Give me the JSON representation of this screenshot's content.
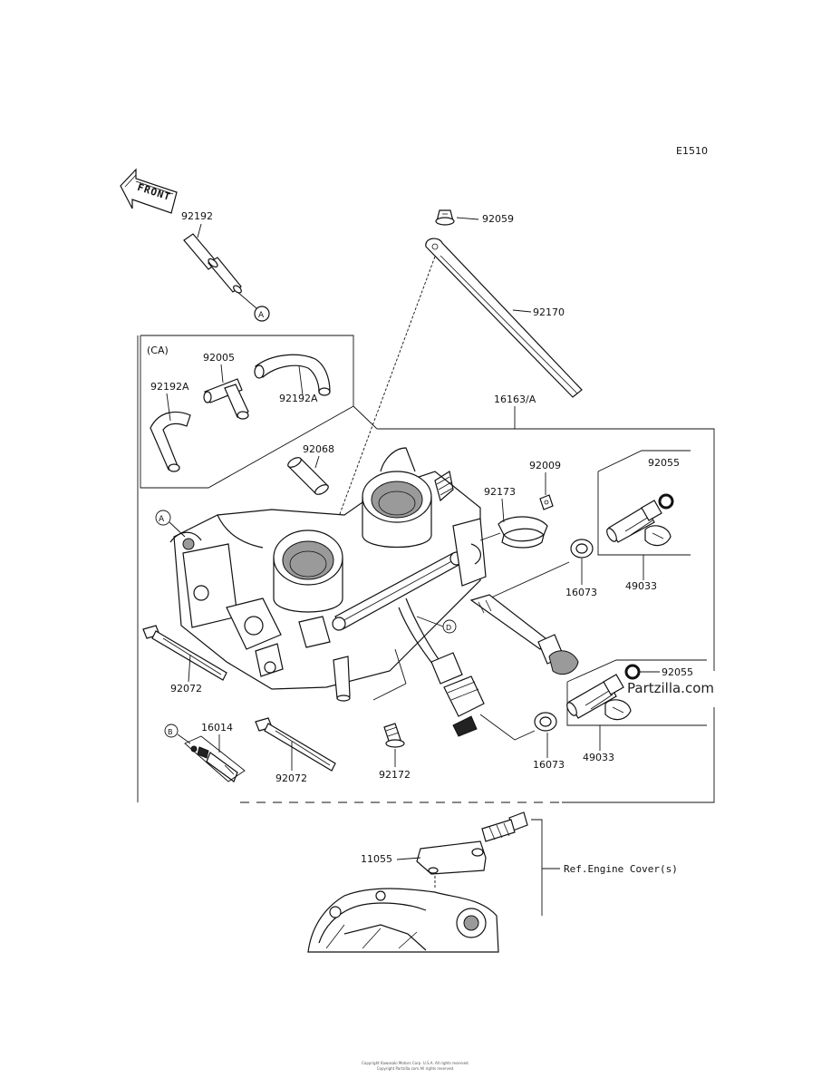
{
  "diagram": {
    "code": "E1510",
    "front_arrow": "FRONT",
    "ca_label": "(CA)",
    "parts": {
      "p92192": "92192",
      "p92059": "92059",
      "p92170": "92170",
      "p92005": "92005",
      "p92192A_left": "92192A",
      "p92192A_right": "92192A",
      "p16163": "16163/A",
      "p92068": "92068",
      "p92009": "92009",
      "p92055_top": "92055",
      "p92173": "92173",
      "p16073_top": "16073",
      "p49033_top": "49033",
      "p92072_left": "92072",
      "p92055_bottom": "92055",
      "p16014": "16014",
      "p92072_bottom": "92072",
      "p92172": "92172",
      "p16073_bottom": "16073",
      "p49033_bottom": "49033",
      "p11055": "11055",
      "ref_engine_cover": "Ref.Engine Cover(s)"
    },
    "markers": {
      "a": "A",
      "b": "B",
      "d": "D"
    },
    "watermark": "Partzilla.com",
    "copyright_line1": "Copyright Kawasaki Motors Corp. U.S.A. All rights reserved.",
    "copyright_line2": "Copyright Partzilla.com All rights reserved."
  }
}
